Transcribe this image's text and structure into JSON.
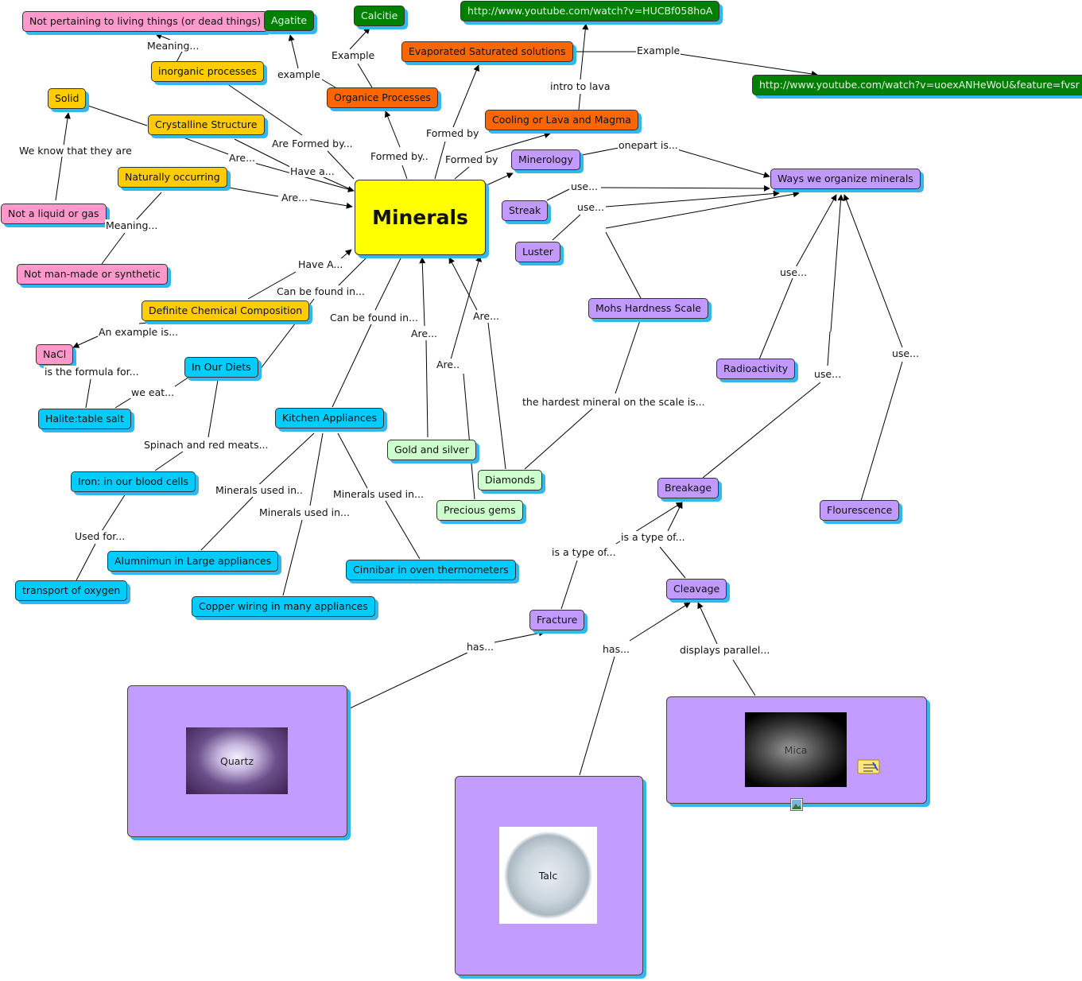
{
  "center": "Minerals",
  "nodes": {
    "n_nonliving": "Not pertaining to living things (or dead things)",
    "n_agatite": "Agatite",
    "n_calcitie": "Calcitie",
    "n_yt1": "http://www.youtube.com/watch?v=HUCBf058hoA",
    "n_evap": "Evaporated Saturated solutions",
    "n_yt2": "http://www.youtube.com/watch?v=uoexANHeWoU&feature=fvsr",
    "n_inorganic": "inorganic processes",
    "n_organice": "Organice Processes",
    "n_cooling": "Cooling or Lava and Magma",
    "n_solid": "Solid",
    "n_crystal": "Crystalline Structure",
    "n_minerology": "Minerology",
    "n_ways": "Ways we organize minerals",
    "n_natural": "Naturally occurring",
    "n_streak": "Streak",
    "n_liquid": "Not a liquid or gas",
    "n_luster": "Luster",
    "n_manmade": "Not man-made or synthetic",
    "n_chem": "Definite Chemical Composition",
    "n_mohs": "Mohs Hardness Scale",
    "n_nacl": "NaCl",
    "n_diets": "In Our Diets",
    "n_radio": "Radioactivity",
    "n_halite": "Halite:table salt",
    "n_kitchen": "Kitchen Appliances",
    "n_gold": "Gold and silver",
    "n_diamonds": "Diamonds",
    "n_iron": "Iron: in our blood cells",
    "n_breakage": "Breakage",
    "n_fluor": "Flourescence",
    "n_gems": "Precious gems",
    "n_alum": "Alumnimun in Large appliances",
    "n_cinni": "Cinnibar in oven thermometers",
    "n_oxygen": "transport of oxygen",
    "n_cleavage": "Cleavage",
    "n_copper": "Copper wiring in many appliances",
    "n_fracture": "Fracture"
  },
  "labels": {
    "l_meaning1": "Meaning...",
    "l_example1": "Example",
    "l_example2": "example",
    "l_example3": "Example",
    "l_introlava": "intro to lava",
    "l_formedby1": "Formed by",
    "l_formedby2": "Formed by..",
    "l_formedby3": "Formed by",
    "l_areformed": "Are Formed by...",
    "l_weknow": "We know that they are",
    "l_are1": "Are...",
    "l_havea": "Have a...",
    "l_are2": "Are...",
    "l_onepart": "onepart is...",
    "l_use1": "use...",
    "l_use2": "use...",
    "l_meaning2": "Meaning...",
    "l_haveA": "Have A...",
    "l_canbe1": "Can be found in...",
    "l_canbe2": "Can be found in...",
    "l_example_is": "An example is...",
    "l_are3": "Are...",
    "l_are4": "Are...",
    "l_are5": "Are..",
    "l_use3": "use...",
    "l_use4": "use...",
    "l_use5": "use...",
    "l_formula": "is the formula for...",
    "l_weeat": "we eat...",
    "l_hardest": "the hardest mineral on the scale is...",
    "l_spinach": "Spinach and red meats...",
    "l_usedin1": "Minerals used in..",
    "l_usedin2": "Minerals used in...",
    "l_usedin3": "Minerals used in...",
    "l_usedfor": "Used for...",
    "l_typeof1": "is a type of...",
    "l_typeof2": "is a type of...",
    "l_has1": "has...",
    "l_has2": "has...",
    "l_parallel": "displays parallel..."
  },
  "images": {
    "quartz": "Quartz",
    "talc": "Talc",
    "mica": "Mica"
  },
  "colors": {
    "pink": "#ff99cc",
    "yellow": "#ffcc00",
    "green": "#008000",
    "orange": "#ff6600",
    "purple": "#c199ff",
    "blue": "#00ccff",
    "light_green": "#ccffcc",
    "center": "#ffff00",
    "shadow": "#33b8ee"
  }
}
